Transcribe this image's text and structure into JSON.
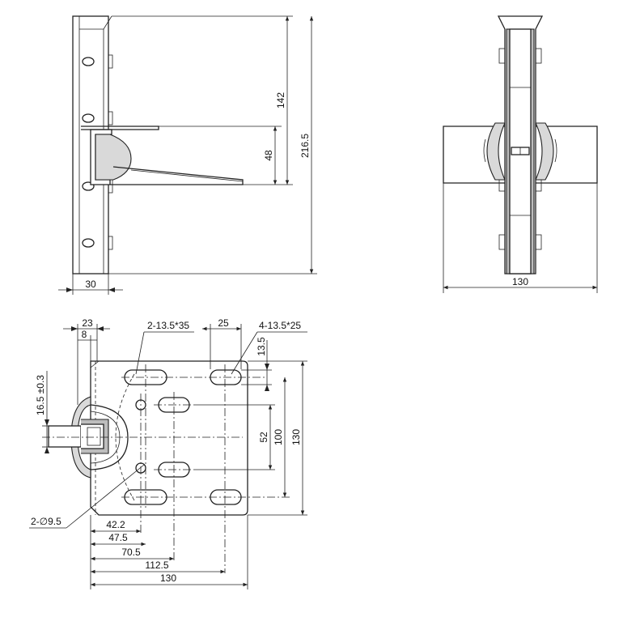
{
  "side_view": {
    "dim_height_142": "142",
    "dim_height_216_5": "216.5",
    "dim_arm_48": "48",
    "dim_width_30": "30"
  },
  "front_view": {
    "dim_width_130": "130"
  },
  "plan_view": {
    "dim_23": "23",
    "dim_8": "8",
    "dim_slots_2": "2-13.5*35",
    "dim_25": "25",
    "dim_slots_4": "4-13.5*25",
    "dim_13_5": "13.5",
    "dim_16_5": "16.5 ±0.3",
    "dim_52": "52",
    "dim_100": "100",
    "dim_130_vert": "130",
    "dim_holes": "2-∅9.5",
    "dim_42_2": "42.2",
    "dim_47_5": "47.5",
    "dim_70_5": "70.5",
    "dim_112_5": "112.5",
    "dim_130_horiz": "130"
  }
}
